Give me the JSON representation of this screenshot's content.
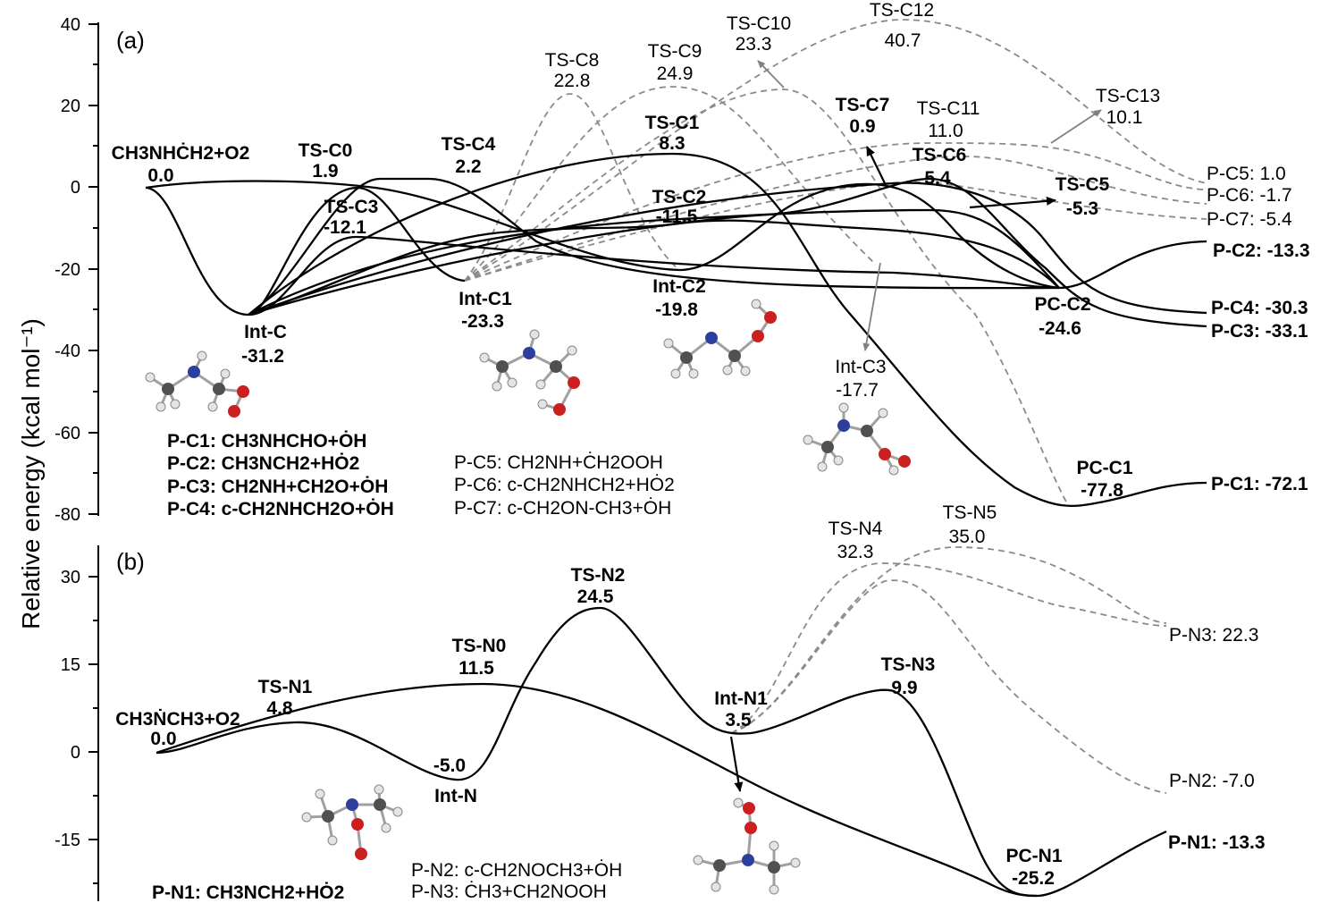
{
  "y_axis_label": "Relative energy  (kcal mol⁻¹)",
  "panel_a": {
    "tag": "(a)",
    "ticks": [
      "40",
      "20",
      "0",
      "-20",
      "-40",
      "-60",
      "-80"
    ],
    "labels": [
      {
        "name": "CH3NHĊH2+O2",
        "value": "0.0"
      },
      {
        "name": "TS-C0",
        "value": "1.9"
      },
      {
        "name": "TS-C3",
        "value": "-12.1"
      },
      {
        "name": "Int-C",
        "value": "-31.2"
      },
      {
        "name": "TS-C4",
        "value": "2.2"
      },
      {
        "name": "Int-C1",
        "value": "-23.3"
      },
      {
        "name": "TS-C8",
        "value": "22.8"
      },
      {
        "name": "TS-C9",
        "value": "24.9"
      },
      {
        "name": "TS-C1",
        "value": "8.3"
      },
      {
        "name": "TS-C2",
        "value": "-11.5"
      },
      {
        "name": "Int-C2",
        "value": "-19.8"
      },
      {
        "name": "TS-C10",
        "value": "23.3"
      },
      {
        "name": "TS-C12",
        "value": "40.7"
      },
      {
        "name": "TS-C7",
        "value": "0.9"
      },
      {
        "name": "TS-C11",
        "value": "11.0"
      },
      {
        "name": "TS-C6",
        "value": "5.4"
      },
      {
        "name": "TS-C13",
        "value": "10.1"
      },
      {
        "name": "TS-C5",
        "value": "-5.3"
      },
      {
        "name": "Int-C3",
        "value": "-17.7"
      },
      {
        "name": "PC-C2",
        "value": "-24.6"
      },
      {
        "name": "PC-C1",
        "value": "-77.8"
      }
    ],
    "products": [
      {
        "label": "P-C5: 1.0"
      },
      {
        "label": "P-C6: -1.7"
      },
      {
        "label": "P-C7: -5.4"
      },
      {
        "label": "P-C2: -13.3"
      },
      {
        "label": "P-C4: -30.3"
      },
      {
        "label": "P-C3: -33.1"
      },
      {
        "label": "P-C1: -72.1"
      }
    ],
    "legend_bold": [
      "P-C1: CH3NHCHO+ȮH",
      "P-C2: CH3NCH2+HȮ2",
      "P-C3: CH2NH+CH2O+ȮH",
      "P-C4: c-CH2NHCH2O+ȮH"
    ],
    "legend_plain": [
      "P-C5: CH2NH+ĊH2OOH",
      "P-C6: c-CH2NHCH2+HȮ2",
      "P-C7: c-CH2ON-CH3+ȮH"
    ]
  },
  "panel_b": {
    "tag": "(b)",
    "ticks": [
      "30",
      "15",
      "0",
      "-15"
    ],
    "labels": [
      {
        "name": "CH3ṄCH3+O2",
        "value": "0.0"
      },
      {
        "name": "TS-N1",
        "value": "4.8"
      },
      {
        "name": "TS-N0",
        "value": "11.5"
      },
      {
        "name": "TS-N2",
        "value": "24.5"
      },
      {
        "name": "Int-N",
        "value": "-5.0"
      },
      {
        "name": "Int-N1",
        "value": "3.5"
      },
      {
        "name": "TS-N3",
        "value": "9.9"
      },
      {
        "name": "TS-N4",
        "value": "32.3"
      },
      {
        "name": "TS-N5",
        "value": "35.0"
      },
      {
        "name": "PC-N1",
        "value": "-25.2"
      }
    ],
    "products": [
      {
        "label": "P-N3: 22.3"
      },
      {
        "label": "P-N2: -7.0"
      },
      {
        "label": "P-N1: -13.3"
      }
    ],
    "legend_bold": [
      "P-N1: CH3NCH2+HȮ2"
    ],
    "legend_plain": [
      "P-N2: c-CH2NOCH3+ȮH",
      "P-N3: ĊH3+CH2NOOH"
    ]
  },
  "colors": {
    "solid_path": "#000000",
    "dashed_path": "#8a8a8a",
    "carbon_atom": "#505050",
    "nitrogen_atom": "#2d3f9e",
    "oxygen_atom": "#cc1f1f",
    "hydrogen_atom": "#e4e4e4"
  }
}
